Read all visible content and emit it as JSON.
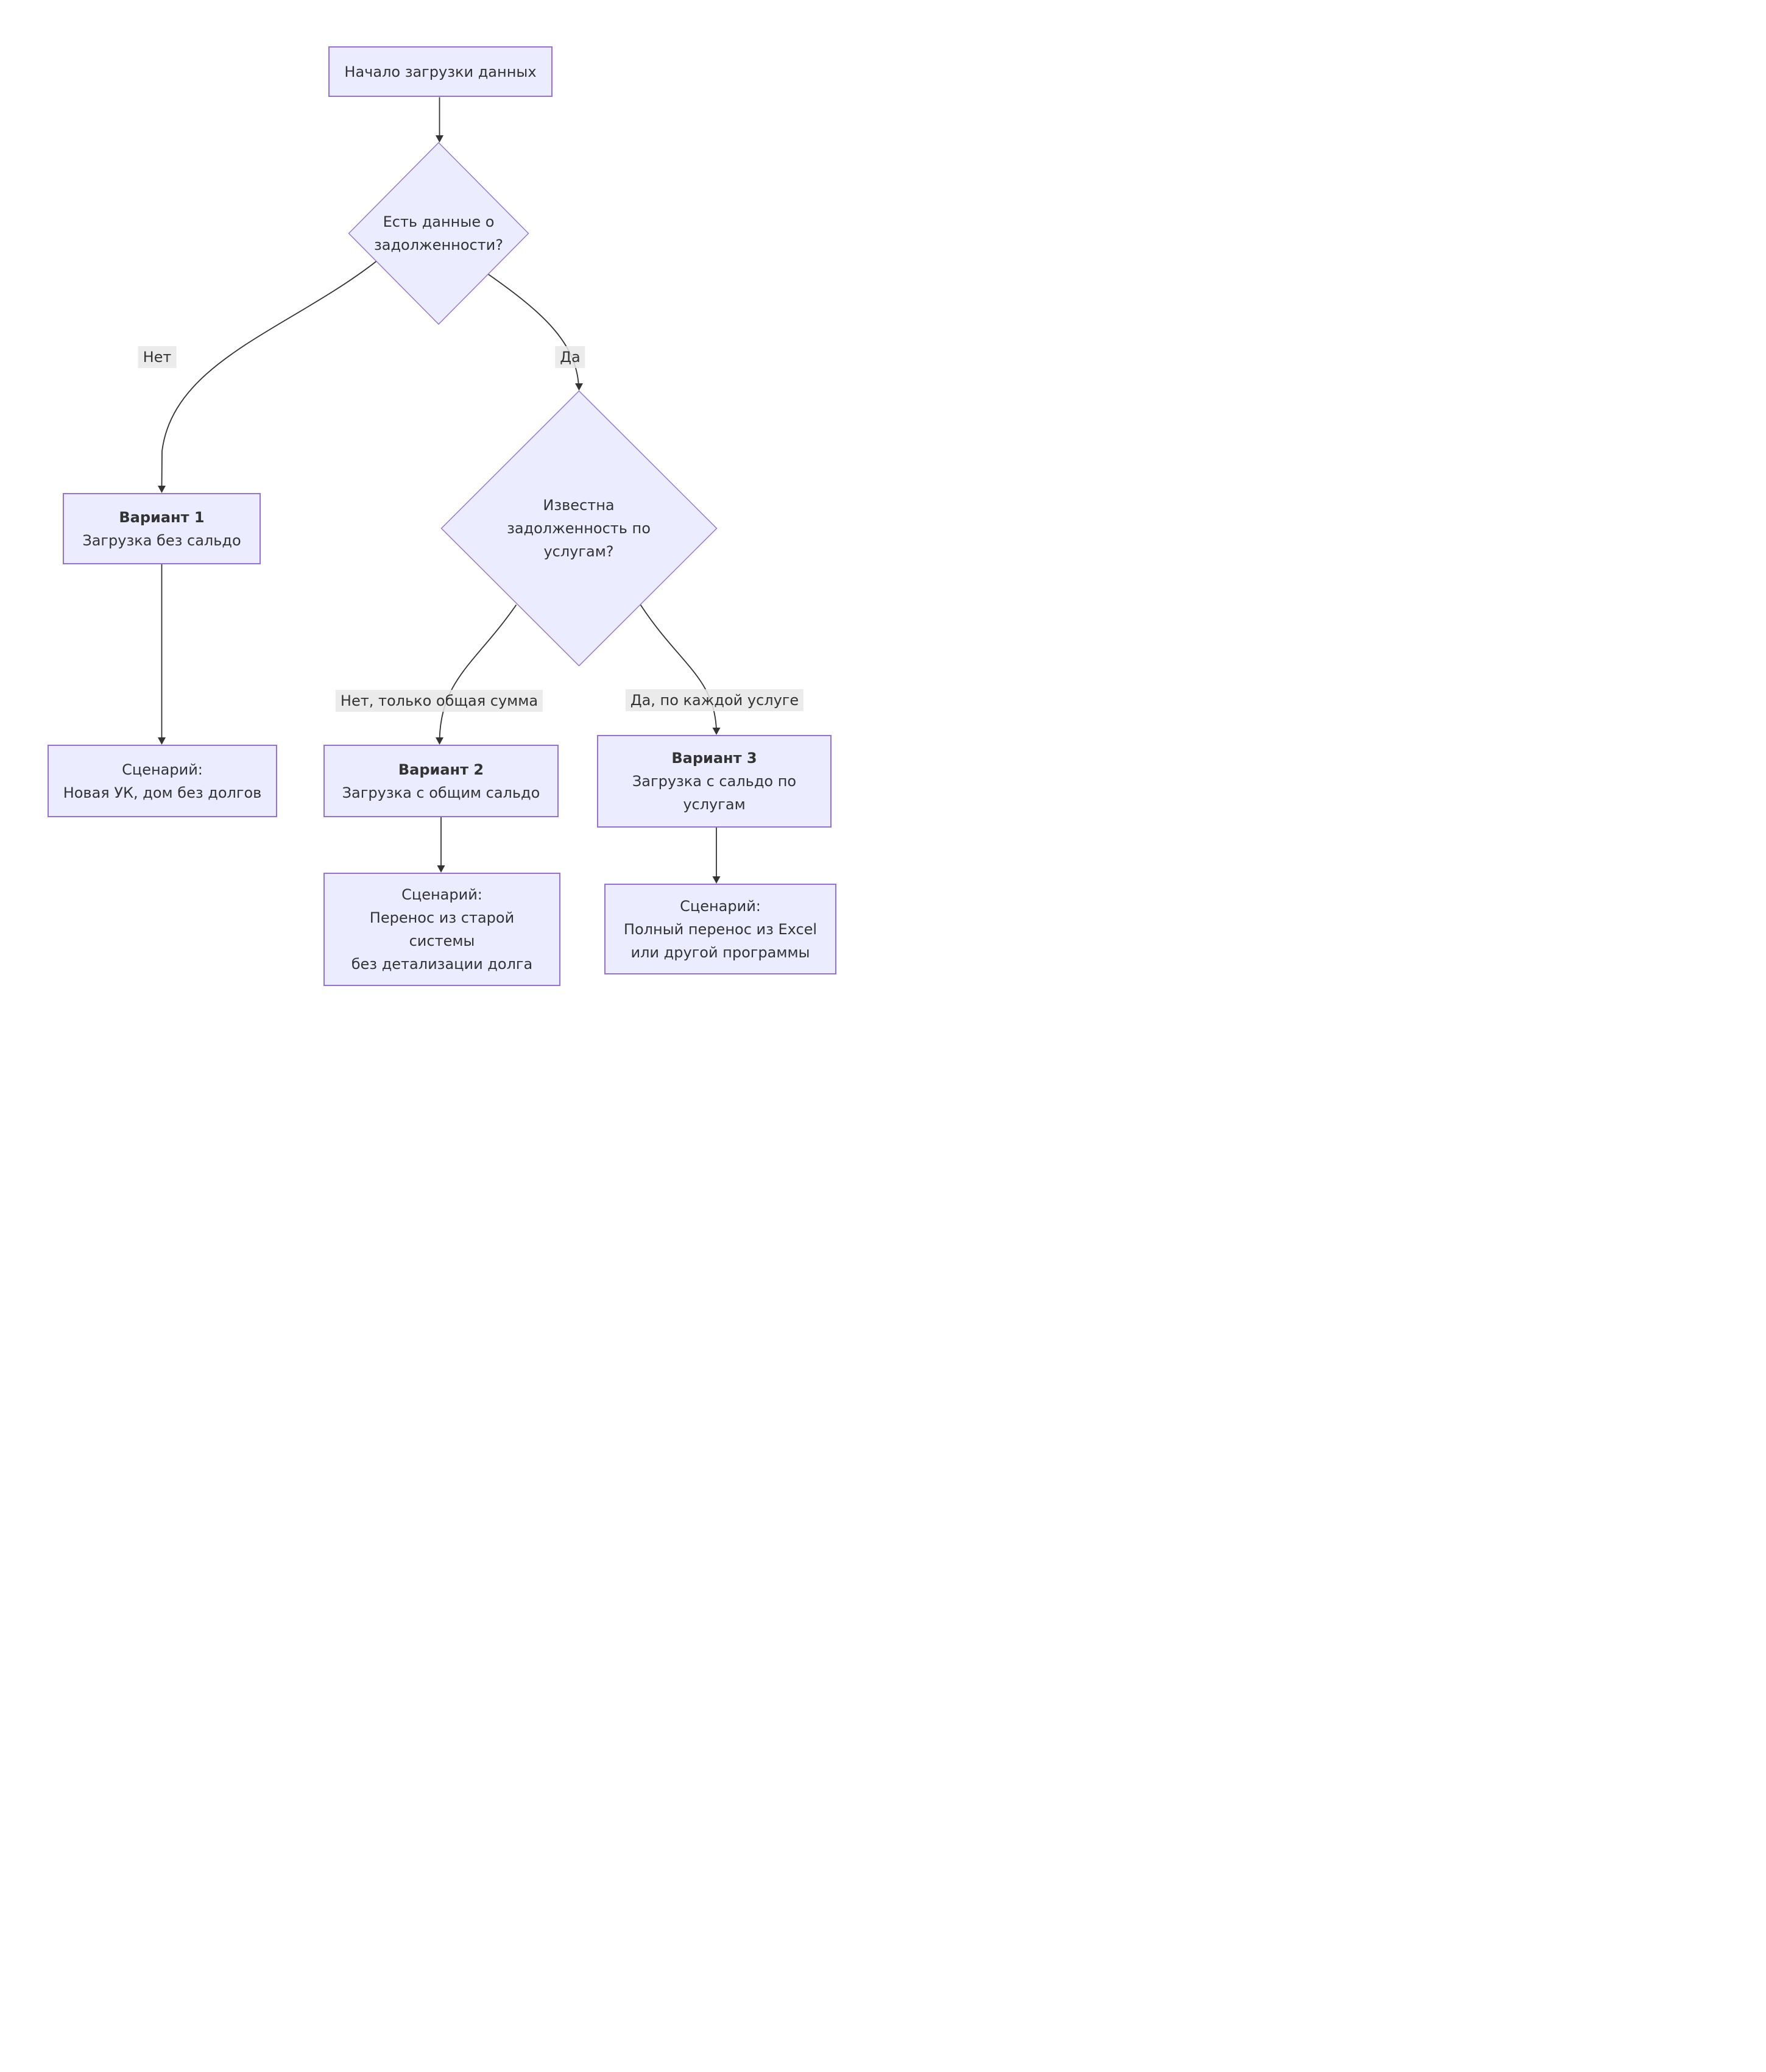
{
  "diagram": {
    "title_hint": "flowchart of data loading scenarios",
    "nodes": {
      "start": {
        "label": "Начало загрузки данных"
      },
      "decision_debt": {
        "lines": [
          "Есть данные о",
          "задолженности?"
        ]
      },
      "decision_services": {
        "lines": [
          "Известна",
          "задолженность по",
          "услугам?"
        ]
      },
      "variant1": {
        "title": "Вариант 1",
        "subtitle": "Загрузка без сальдо"
      },
      "variant2": {
        "title": "Вариант 2",
        "subtitle": "Загрузка с общим сальдо"
      },
      "variant3": {
        "title": "Вариант 3",
        "subtitle_line1": "Загрузка с сальдо по",
        "subtitle_line2": "услугам"
      },
      "scenario1": {
        "line1": "Сценарий:",
        "line2": "Новая УК, дом без долгов"
      },
      "scenario2": {
        "line1": "Сценарий:",
        "line2": "Перенос из старой",
        "line3": "системы",
        "line4": "без детализации долга"
      },
      "scenario3": {
        "line1": "Сценарий:",
        "line2": "Полный перенос из Excel",
        "line3": "или другой программы"
      }
    },
    "edge_labels": {
      "no": "Нет",
      "yes": "Да",
      "no_total_only": "Нет, только общая сумма",
      "yes_per_service": "Да, по каждой услуге"
    },
    "colors": {
      "node_fill": "#ECECFF",
      "node_border": "#9370DB",
      "edge": "#333333",
      "edge_label_bg": "#e8e8e8",
      "text": "#333333",
      "background": "#ffffff"
    }
  }
}
